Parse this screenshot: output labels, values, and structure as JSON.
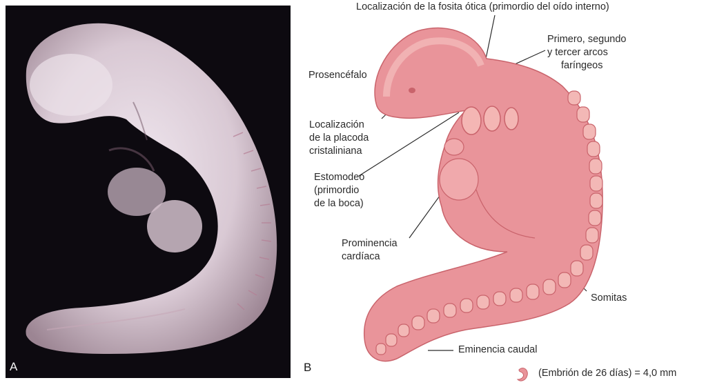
{
  "panels": {
    "a": {
      "letter": "A"
    },
    "b": {
      "letter": "B"
    }
  },
  "labels": {
    "otic_pit": "Localización de la fosita ótica (primordio del oído interno)",
    "arches_line1": "Primero, segundo",
    "arches_line2": "y tercer arcos",
    "arches_line3": "faríngeos",
    "forebrain": "Prosencéfalo",
    "lens_line1": "Localización",
    "lens_line2": "de la placoda",
    "lens_line3": "cristaliniana",
    "stomodeum_line1": "Estomodeo",
    "stomodeum_line2": "(primordio",
    "stomodeum_line3": "de la boca)",
    "cardiac_line1": "Prominencia",
    "cardiac_line2": "cardíaca",
    "somites": "Somitas",
    "caudal": "Eminencia caudal"
  },
  "scale": {
    "text": "(Embrión de 26 días) = 4,0 mm"
  },
  "colors": {
    "embryo_fill": "#e9949a",
    "embryo_dark": "#c9636b",
    "embryo_light": "#f6c6c5",
    "photo_bg": "#0d0a10",
    "photo_embryo": "#ddd0d8"
  }
}
